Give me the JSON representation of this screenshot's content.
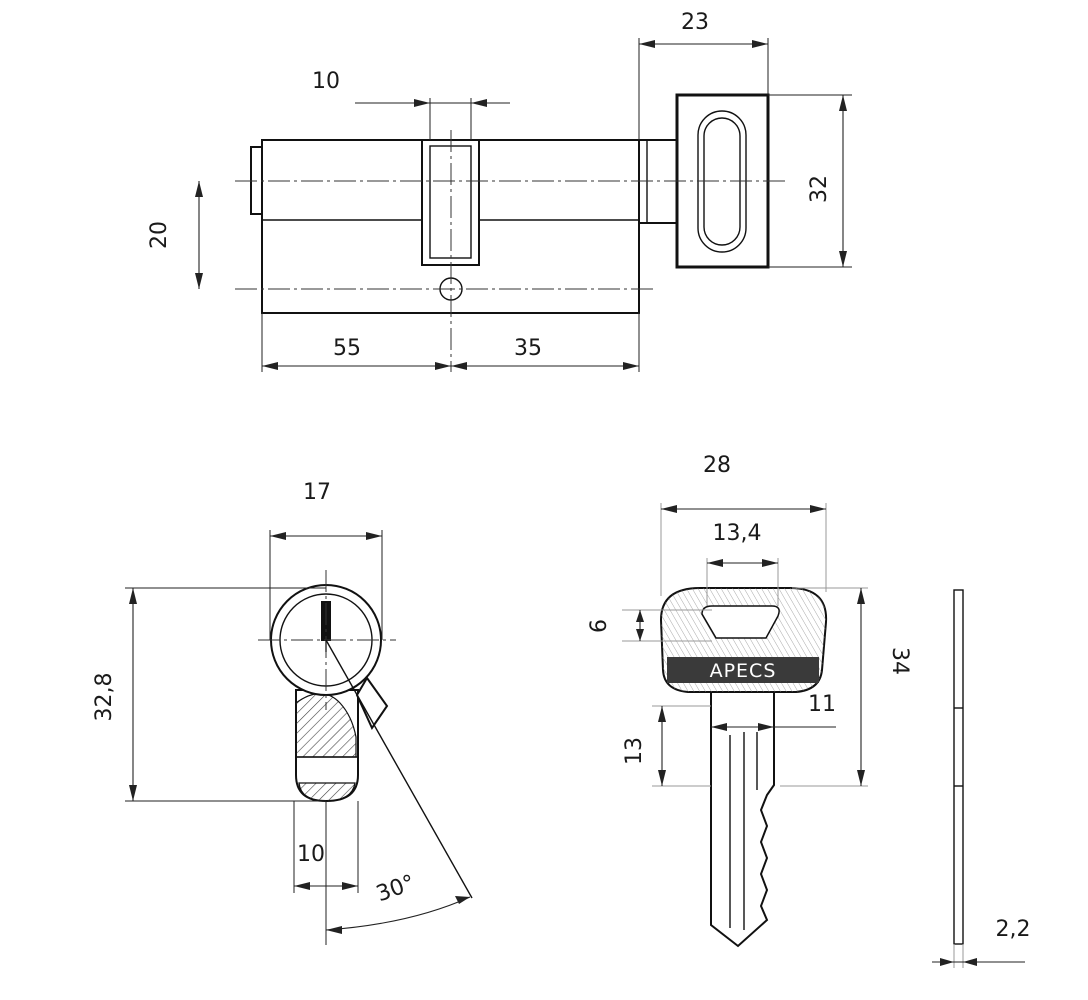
{
  "dimensions": {
    "top_view": {
      "cam_gap": "10",
      "knob_width": "23",
      "knob_height": "32",
      "body_height": "20",
      "left_length": "55",
      "right_length": "35"
    },
    "profile_view": {
      "width": "17",
      "height": "32,8",
      "bottom_width": "10",
      "cam_angle": "30°"
    },
    "key_view": {
      "head_width": "28",
      "hole_width": "13,4",
      "hole_height": "6",
      "shoulder_width": "11",
      "blade_height": "13",
      "total_height": "34",
      "thickness": "2,2"
    }
  },
  "key": {
    "brand": "APECS"
  },
  "colors": {
    "line": "#111111",
    "hatch": "#444444",
    "brand_band": "#3a3a3a"
  }
}
